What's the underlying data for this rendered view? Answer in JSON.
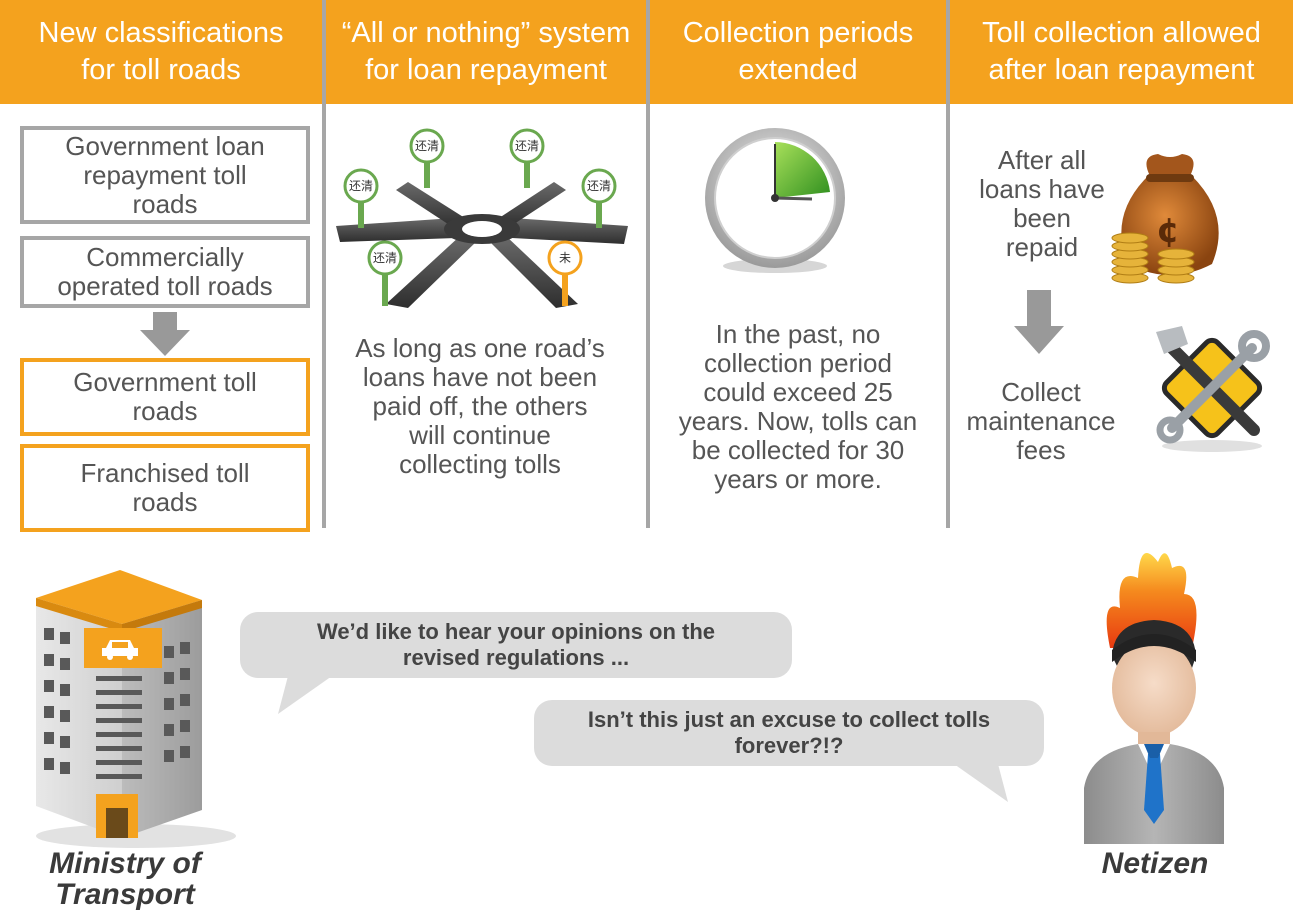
{
  "columns": [
    {
      "heading": "New classifications\nfor toll roads"
    },
    {
      "heading": "“All or nothing” system\nfor loan repayment"
    },
    {
      "heading": "Collection periods\nextended"
    },
    {
      "heading": "Toll collection allowed\nafter loan repayment"
    }
  ],
  "classifications": {
    "before": [
      "Government loan\nrepayment toll\nroads",
      "Commercially\noperated toll roads"
    ],
    "after": [
      "Government toll\nroads",
      "Franchised toll\nroads"
    ]
  },
  "all_or_nothing": {
    "sign_repaid": "还清",
    "sign_unpaid": "未",
    "description": "As long as one road’s\nloans have not been\npaid off, the others\nwill continue\ncollecting tolls"
  },
  "collection_periods": {
    "description": "In the past, no\ncollection period\ncould exceed 25\nyears. Now, tolls can\nbe collected for 30\nyears or more."
  },
  "after_repayment": {
    "condition": "After all\nloans have\nbeen\nrepaid",
    "result": "Collect\nmaintenance\nfees"
  },
  "dialogue": {
    "ministry_says": "We’d like to hear your opinions on the\nrevised regulations ...",
    "netizen_says": "Isn’t this just an excuse to collect tolls\nforever?!?"
  },
  "characters": {
    "ministry": "Ministry of\nTransport",
    "netizen": "Netizen"
  },
  "colors": {
    "accent_orange": "#f4a21e",
    "divider_gray": "#a6a6a6",
    "sign_green": "#6aa84f",
    "unpaid_orange": "#f4a21e"
  },
  "icons": [
    "crossroads-icon",
    "clock-icon",
    "money-bag-icon",
    "arrow-down-icon",
    "tools-sign-icon",
    "building-icon",
    "car-icon",
    "fire-hair-icon",
    "person-icon"
  ]
}
